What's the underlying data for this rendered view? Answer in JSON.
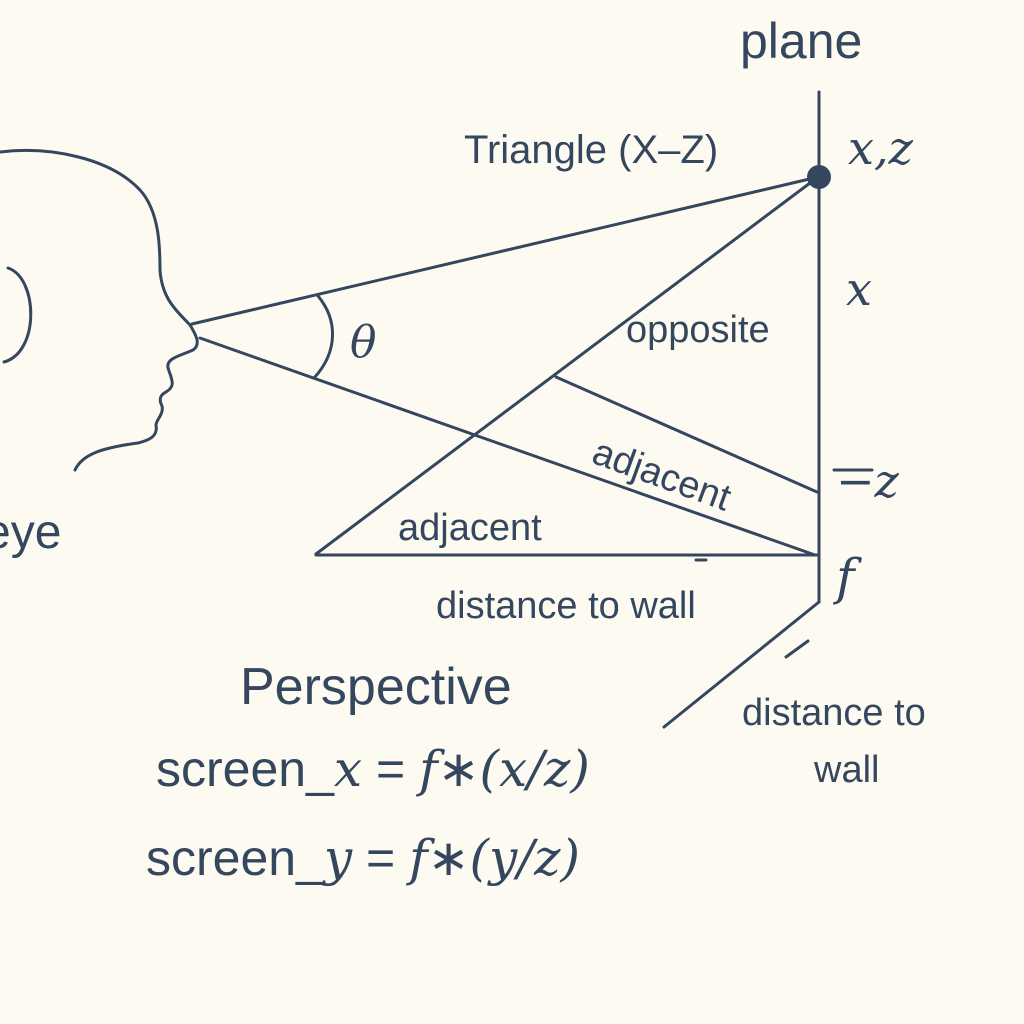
{
  "labels": {
    "plane": "plane",
    "triangle": "Triangle (X–Z)",
    "point_xz": "x,z",
    "x": "x",
    "theta": "θ",
    "opposite": "opposite",
    "adjacent_diag": "adjacent",
    "adjacent_bottom": "adjacent",
    "neg_z": "−z",
    "f": "f",
    "distance_to_wall_1": "distance to wall",
    "distance_to_wall_2a": "distance to",
    "distance_to_wall_2b": "wall",
    "eye": "eye",
    "perspective": "Perspective"
  },
  "formulas": {
    "x": {
      "prefix": "screen_",
      "var": "x",
      "equals": " = ",
      "f": "f",
      "op": "∗",
      "expr": "(x/z)"
    },
    "y": {
      "prefix": "screen_",
      "var": "y",
      "equals": " = ",
      "f": "f",
      "op": "∗",
      "expr": "(y/z)"
    }
  },
  "icons": [
    "head-silhouette-icon",
    "point-marker-icon"
  ],
  "colors": {
    "ink": "#34475f",
    "background": "#fdfbf1"
  }
}
